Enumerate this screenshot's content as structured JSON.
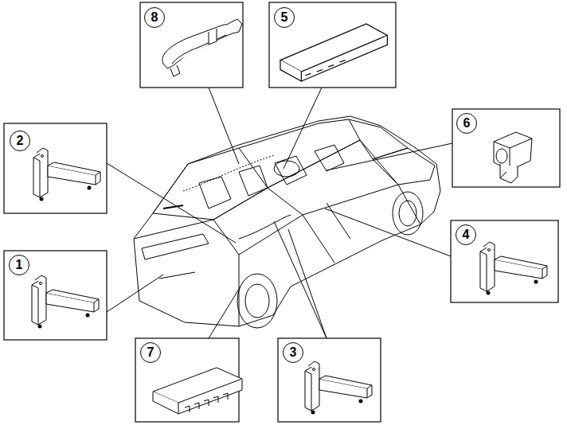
{
  "diagram": {
    "nodes": [
      {
        "text": [
          "8"
        ]
      },
      {
        "text": [
          "5"
        ]
      },
      {
        "text": [
          "6"
        ]
      },
      {
        "text": [
          "2"
        ]
      },
      {
        "text": [
          "4"
        ]
      },
      {
        "text": [
          "1"
        ]
      },
      {
        "text": [
          "7"
        ]
      },
      {
        "text": [
          "3"
        ]
      }
    ]
  }
}
